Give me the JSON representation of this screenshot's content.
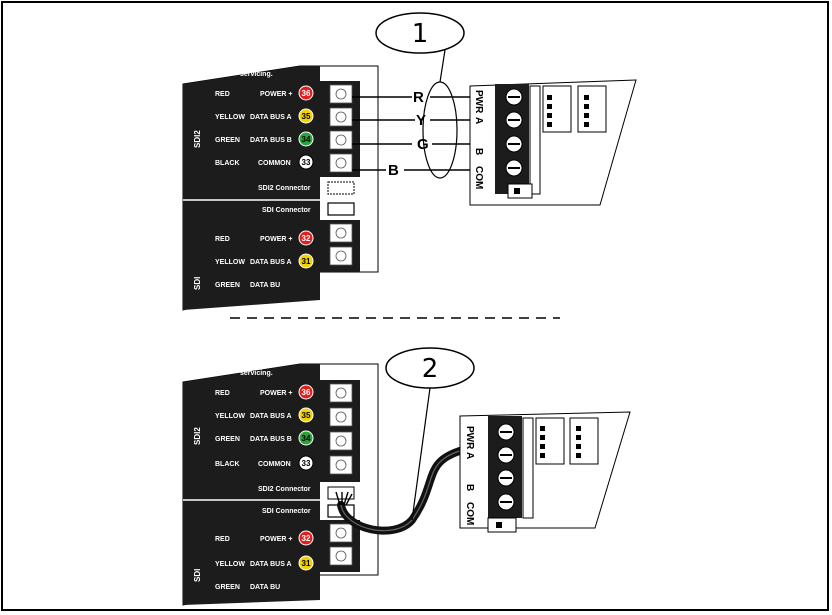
{
  "callouts": [
    "1",
    "2"
  ],
  "panel_header_text": "servicing.",
  "sdi2": {
    "group_label": "SDI2",
    "rows": [
      {
        "color": "RED",
        "label": "POWER +",
        "num": "36",
        "fill": "#e02020"
      },
      {
        "color": "YELLOW",
        "label": "DATA BUS A",
        "num": "35",
        "fill": "#f2d300"
      },
      {
        "color": "GREEN",
        "label": "DATA BUS B",
        "num": "34",
        "fill": "#2aa33a"
      },
      {
        "color": "BLACK",
        "label": "COMMON",
        "num": "33",
        "fill": "#ffffff"
      }
    ],
    "connector_label": "SDI2 Connector"
  },
  "sdi": {
    "group_label": "SDI",
    "connector_label": "SDI Connector",
    "rows": [
      {
        "color": "RED",
        "label": "POWER +",
        "num": "32",
        "fill": "#e02020"
      },
      {
        "color": "YELLOW",
        "label": "DATA BUS A",
        "num": "31",
        "fill": "#f2d300"
      },
      {
        "color": "GREEN",
        "label": "DATA BU",
        "num": "",
        "fill": ""
      }
    ]
  },
  "wire_letters": [
    "R",
    "Y",
    "G",
    "B"
  ],
  "module_terminals": [
    "PWR",
    "A",
    "B",
    "COM"
  ]
}
